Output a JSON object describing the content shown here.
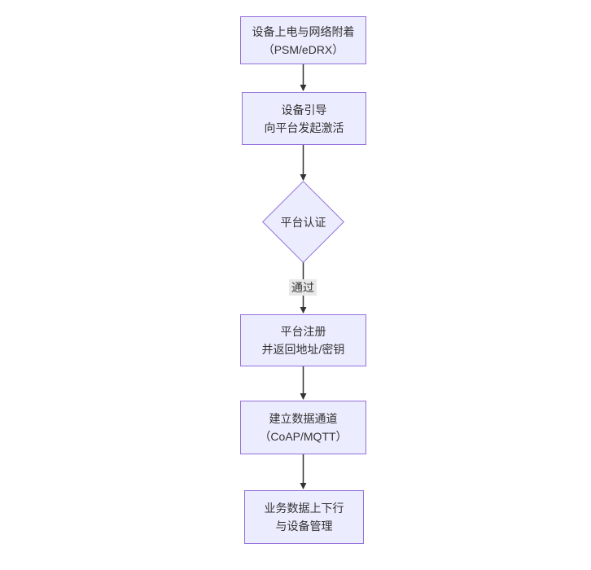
{
  "diagram": {
    "type": "flowchart-top-down",
    "colors": {
      "node_fill": "#ECECFF",
      "node_border": "#9370DB",
      "text": "#333333",
      "arrow": "#333333",
      "edge_label_bg": "#e8e8e8",
      "background": "#ffffff"
    },
    "nodes": [
      {
        "id": "power-attach",
        "shape": "rect",
        "lines": [
          "设备上电与网络附着",
          "（PSM/eDRX）"
        ]
      },
      {
        "id": "bootstrap",
        "shape": "rect",
        "lines": [
          "设备引导",
          "向平台发起激活"
        ]
      },
      {
        "id": "platform-auth",
        "shape": "diamond",
        "lines": [
          "平台认证"
        ]
      },
      {
        "id": "platform-register",
        "shape": "rect",
        "lines": [
          "平台注册",
          "并返回地址/密钥"
        ]
      },
      {
        "id": "data-channel",
        "shape": "rect",
        "lines": [
          "建立数据通道",
          "（CoAP/MQTT）"
        ]
      },
      {
        "id": "business-data",
        "shape": "rect",
        "lines": [
          "业务数据上下行",
          "与设备管理"
        ]
      }
    ],
    "edges": [
      {
        "from": "power-attach",
        "to": "bootstrap",
        "label": ""
      },
      {
        "from": "bootstrap",
        "to": "platform-auth",
        "label": ""
      },
      {
        "from": "platform-auth",
        "to": "platform-register",
        "label": "通过"
      },
      {
        "from": "platform-register",
        "to": "data-channel",
        "label": ""
      },
      {
        "from": "data-channel",
        "to": "business-data",
        "label": ""
      }
    ]
  }
}
